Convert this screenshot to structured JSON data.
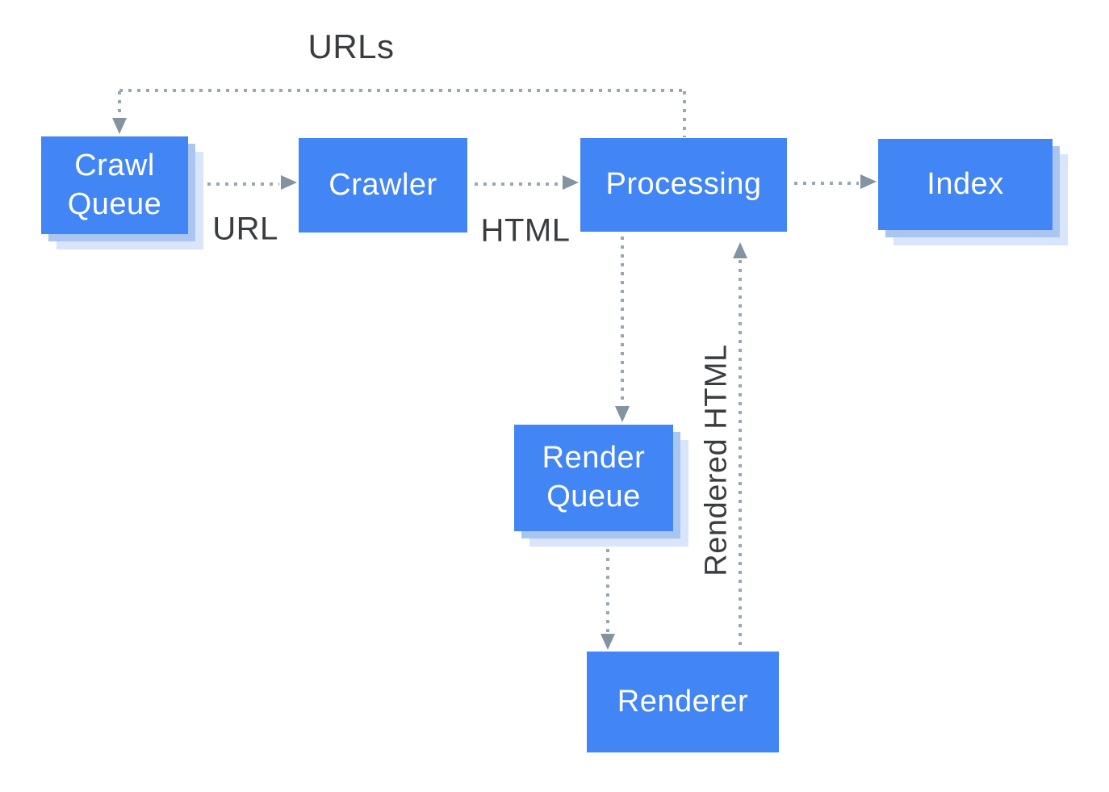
{
  "colors": {
    "node_fill": "#4285F4",
    "node_text": "#FFFFFF",
    "shadow_inner": "#A9C6F3",
    "shadow_outer": "#D9E5FB",
    "arrow": "#8293A1",
    "dots": "#97A8B4",
    "label_text": "#3A3D40",
    "background": "#FFFFFF"
  },
  "nodes": {
    "crawl_queue": {
      "label": "Crawl Queue"
    },
    "crawler": {
      "label": "Crawler"
    },
    "processing": {
      "label": "Processing"
    },
    "index": {
      "label": "Index"
    },
    "render_queue": {
      "label": "Render Queue"
    },
    "renderer": {
      "label": "Renderer"
    }
  },
  "labels": {
    "urls": "URLs",
    "url": "URL",
    "html": "HTML",
    "rendered_html": "Rendered HTML"
  },
  "edges": [
    {
      "from": "processing",
      "to": "crawl_queue",
      "label": "URLs",
      "style": "dotted"
    },
    {
      "from": "crawl_queue",
      "to": "crawler",
      "label": "URL",
      "style": "dotted"
    },
    {
      "from": "crawler",
      "to": "processing",
      "label": "HTML",
      "style": "dotted"
    },
    {
      "from": "processing",
      "to": "index",
      "label": "",
      "style": "dotted"
    },
    {
      "from": "processing",
      "to": "render_queue",
      "label": "",
      "style": "dotted"
    },
    {
      "from": "render_queue",
      "to": "renderer",
      "label": "",
      "style": "dotted"
    },
    {
      "from": "renderer",
      "to": "processing",
      "label": "Rendered HTML",
      "style": "dotted"
    }
  ]
}
